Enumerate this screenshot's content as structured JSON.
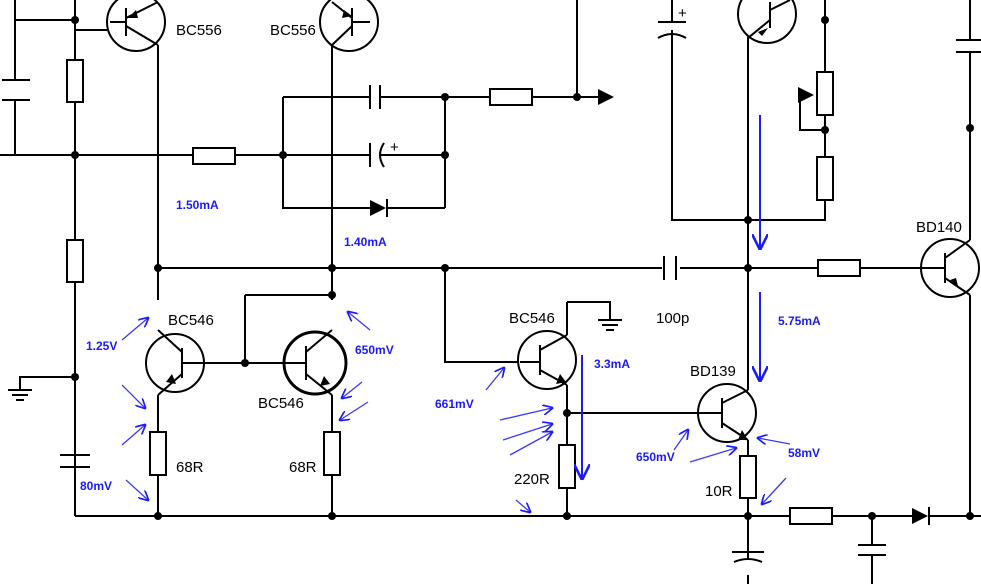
{
  "labels": {
    "q1": "BC556",
    "q2": "BC556",
    "q3": "BC546",
    "q4": "BC546",
    "q5": "BC546",
    "q6": "BD139",
    "q7": "BD140",
    "r1": "68R",
    "r2": "68R",
    "r3": "220R",
    "r4": "10R",
    "c1": "100p"
  },
  "annotations": {
    "i1": "1.50mA",
    "i2": "1.40mA",
    "i3": "3.3mA",
    "i4": "5.75mA",
    "v1": "1.25V",
    "v2": "80mV",
    "v3": "650mV",
    "v4": "661mV",
    "v5": "650mV",
    "v6": "58mV"
  },
  "colors": {
    "annotation": "#1a1aff",
    "wire": "#000000",
    "background": "#ffffff"
  },
  "symbols": {
    "plus": "+"
  }
}
